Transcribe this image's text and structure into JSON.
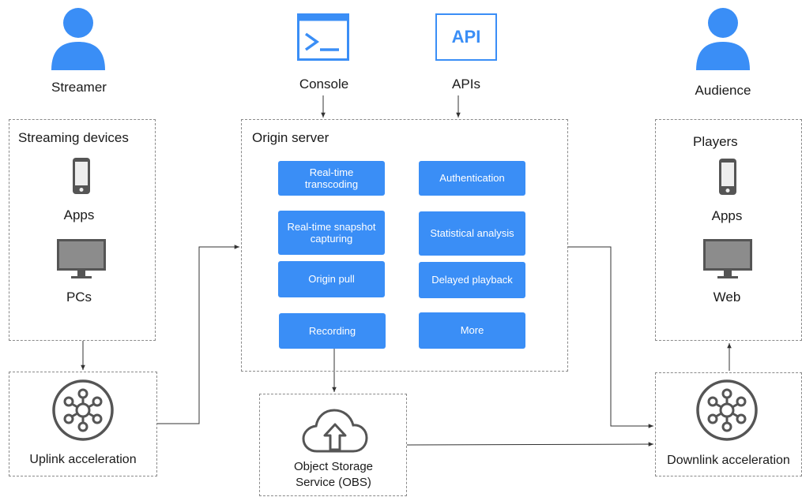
{
  "colors": {
    "accent": "#3a8ef6",
    "border": "#8a8a8a",
    "icon_gray": "#555555"
  },
  "streamer": {
    "label": "Streamer",
    "icon": "person-icon"
  },
  "audience": {
    "label": "Audience",
    "icon": "person-icon"
  },
  "console": {
    "label": "Console",
    "icon": "terminal-icon"
  },
  "apis": {
    "label": "APIs",
    "icon_text": "API"
  },
  "streaming_devices": {
    "title": "Streaming devices",
    "items": [
      {
        "label": "Apps",
        "icon": "phone-icon"
      },
      {
        "label": "PCs",
        "icon": "monitor-icon"
      }
    ]
  },
  "players": {
    "title": "Players",
    "items": [
      {
        "label": "Apps",
        "icon": "phone-icon"
      },
      {
        "label": "Web",
        "icon": "monitor-icon"
      }
    ]
  },
  "origin_server": {
    "title": "Origin server",
    "left_functions": [
      "Real-time transcoding",
      "Real-time snapshot capturing",
      "Origin pull",
      "Recording"
    ],
    "right_functions": [
      "Authentication",
      "Statistical analysis",
      "Delayed playback",
      "More"
    ]
  },
  "uplink": {
    "label": "Uplink acceleration",
    "icon": "network-node-icon"
  },
  "downlink": {
    "label": "Downlink acceleration",
    "icon": "network-node-icon"
  },
  "obs": {
    "label_line1": "Object Storage",
    "label_line2": "Service (OBS)",
    "icon": "cloud-upload-icon"
  }
}
